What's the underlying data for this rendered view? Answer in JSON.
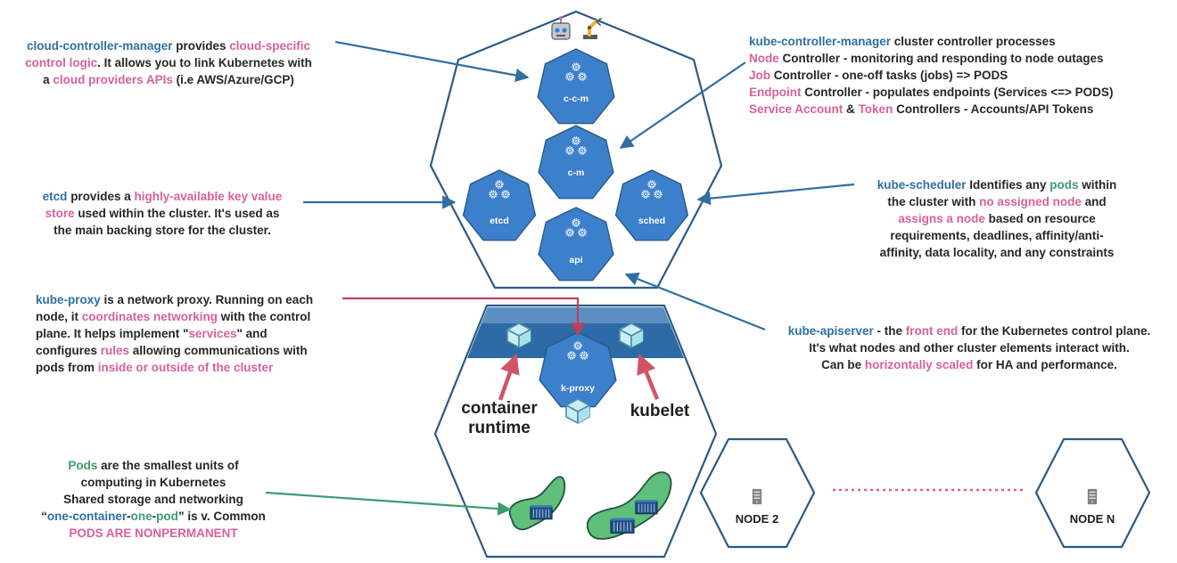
{
  "components": {
    "ccm": "c-c-m",
    "cm": "c-m",
    "etcd": "etcd",
    "sched": "sched",
    "api": "api",
    "kproxy": "k-proxy"
  },
  "labels": {
    "container_runtime_1": "container",
    "container_runtime_2": "runtime",
    "kubelet": "kubelet",
    "node2": "NODE 2",
    "nodeN": "NODE N"
  },
  "notes": {
    "ccm": {
      "name": "cloud-controller-manager",
      "t1": " provides ",
      "h1": "cloud-specific",
      "h2": "control logic",
      "t2": ". It allows you to link Kubernetes with",
      "t3": "a ",
      "h3": "cloud providers APIs",
      "t4": " (i.e AWS/Azure/GCP)"
    },
    "kcm": {
      "name": "kube-controller-manager",
      "t1": " cluster controller processes",
      "node_h": "Node",
      "node_t": " Controller - monitoring and responding to node outages",
      "job_h": "Job",
      "job_t": " Controller - one-off tasks (jobs) => PODS",
      "ep_h": "Endpoint",
      "ep_t": " Controller - populates endpoints (Services <=> PODS)",
      "sa_h": "Service Account",
      "sa_t": " & ",
      "tok_h": "Token",
      "tok_t": " Controllers - Accounts/API Tokens"
    },
    "etcd": {
      "name": "etcd",
      "t1": " provides a ",
      "h1": "highly-available key value",
      "h2": "store",
      "t2": " used within the cluster. It's used as",
      "t3": "the main backing store for the cluster."
    },
    "sched": {
      "name": "kube-scheduler",
      "t1": " Identifies any ",
      "h1": "pods",
      "t2": " within",
      "t3": "the cluster with ",
      "h2": "no assigned node",
      "t4": " and",
      "h3": "assigns a node",
      "t5": " based on resource",
      "t6": "requirements, deadlines, affinity/anti-",
      "t7": "affinity, data locality, and any constraints"
    },
    "proxy": {
      "name": "kube-proxy",
      "t1": " is a network proxy. Running on each",
      "t2": "node, it ",
      "h1": "coordinates networking",
      "t3": " with the control",
      "t4": "plane. It helps implement \"",
      "h2": "services",
      "t5": "\" and",
      "t6": "configures ",
      "h3": "rules",
      "t7": " allowing communications with",
      "t8": "pods from ",
      "h4": "inside or outside of the cluster"
    },
    "apiserver": {
      "name": "kube-apiserver",
      "t1": " - the ",
      "h1": "front end",
      "t2": " for the Kubernetes control plane.",
      "t3": "It's what nodes and other cluster elements interact with.",
      "t4": "Can be ",
      "h2": "horizontally scaled",
      "t5": " for HA and performance."
    },
    "pods": {
      "name": "Pods",
      "t1": " are the smallest units of",
      "t2": "computing in Kubernetes",
      "t3": "Shared storage and networking",
      "q1": "“",
      "w1": "one-container",
      "d1": "-",
      "w2": "one",
      "d2": "-",
      "w3": "pod",
      "q2": "” is v. Common",
      "h1": "PODS ARE NONPERMANENT"
    }
  },
  "colors": {
    "k8s_blue": "#3c7fcb",
    "outline": "#2a5a85",
    "pink": "#d9609a",
    "green": "#3c9c6c",
    "band": "#2e6aa6"
  },
  "icons": [
    "robot-icon",
    "robot-arm-icon",
    "gear-cluster-icon",
    "cube-icon",
    "pod-icon",
    "server-icon"
  ]
}
